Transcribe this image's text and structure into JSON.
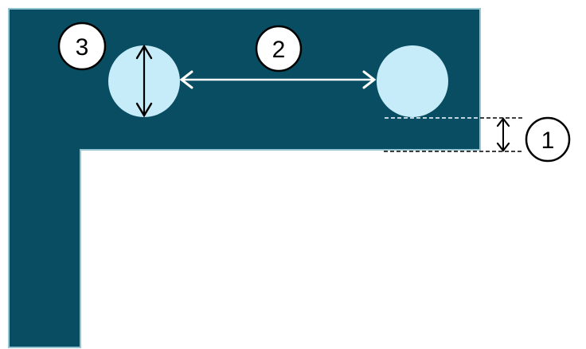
{
  "diagram": {
    "description": "L-shaped panel with two circular holes and three numbered dimension callouts",
    "background_color": "#ffffff",
    "panel_fill": "#084d61",
    "panel_stroke": "#93c4d1",
    "hole_fill": "#c6ebf9",
    "white_arrow_color": "#ffffff",
    "black_arrow_color": "#000000",
    "extension_line_on_panel_color": "#ffffff",
    "extension_line_color": "#000000",
    "callout_fill": "#ffffff",
    "callout_stroke": "#000000",
    "callouts": [
      {
        "label": "1"
      },
      {
        "label": "2"
      },
      {
        "label": "3"
      }
    ]
  }
}
